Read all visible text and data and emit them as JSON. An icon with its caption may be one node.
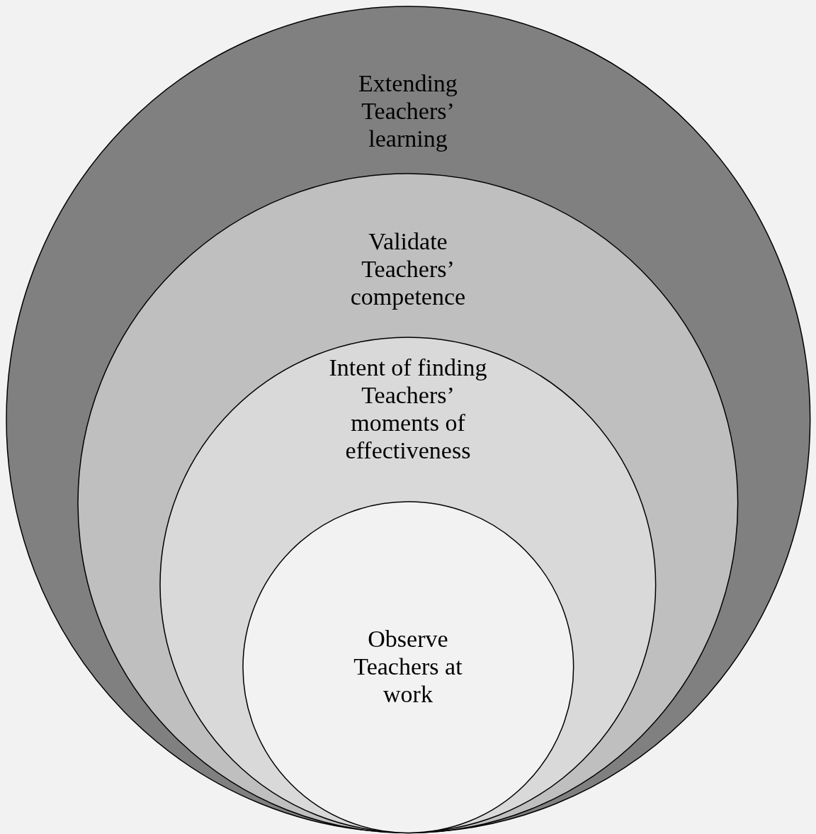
{
  "diagram": {
    "nodes": [
      {
        "text": [
          "Extending Teachers’ learning"
        ]
      },
      {
        "text": [
          "Validate Teachers’ competence"
        ],
        "in": 0
      },
      {
        "text": [
          "Intent of finding Teachers’ moments of effectiveness"
        ],
        "in": 1
      },
      {
        "text": [
          "Observe Teachers at work"
        ],
        "in": 2
      }
    ]
  }
}
